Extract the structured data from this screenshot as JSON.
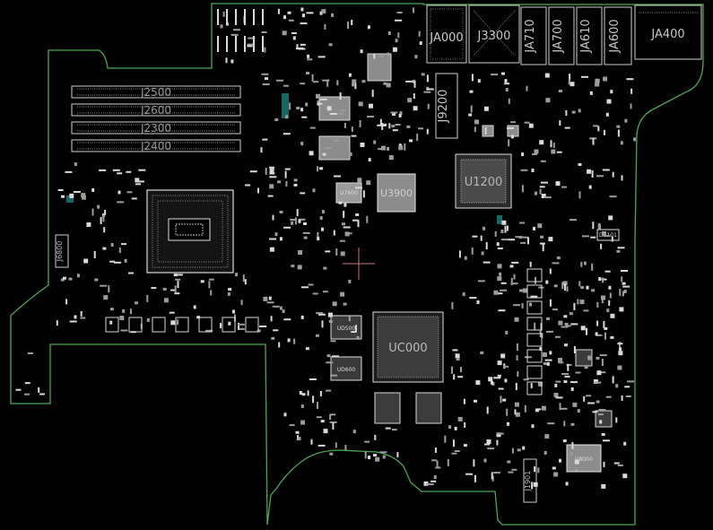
{
  "colors": {
    "background": "#000000",
    "outline": "#4fa64f",
    "component": "#d9d9d9",
    "pad": "#bdbdbd",
    "teal_pads": "#2aa8a8",
    "crosshair": "#c97a7a"
  },
  "memory_slots": [
    "J2500",
    "J2600",
    "J2300",
    "J2400"
  ],
  "connectors": {
    "top": [
      "JA000",
      "J3300",
      "JA710",
      "JA700",
      "JA610",
      "JA600",
      "JA400"
    ],
    "left": "J6800",
    "vertical": "J9200",
    "bottom": "J1901"
  },
  "chips": {
    "u3900": "U3900",
    "u1200": "U1200",
    "uc000": "UC000",
    "ud500": "UD500",
    "ud600": "UD600",
    "u8000": "U8000",
    "u7600": "U7600",
    "d5101": "D5101"
  }
}
